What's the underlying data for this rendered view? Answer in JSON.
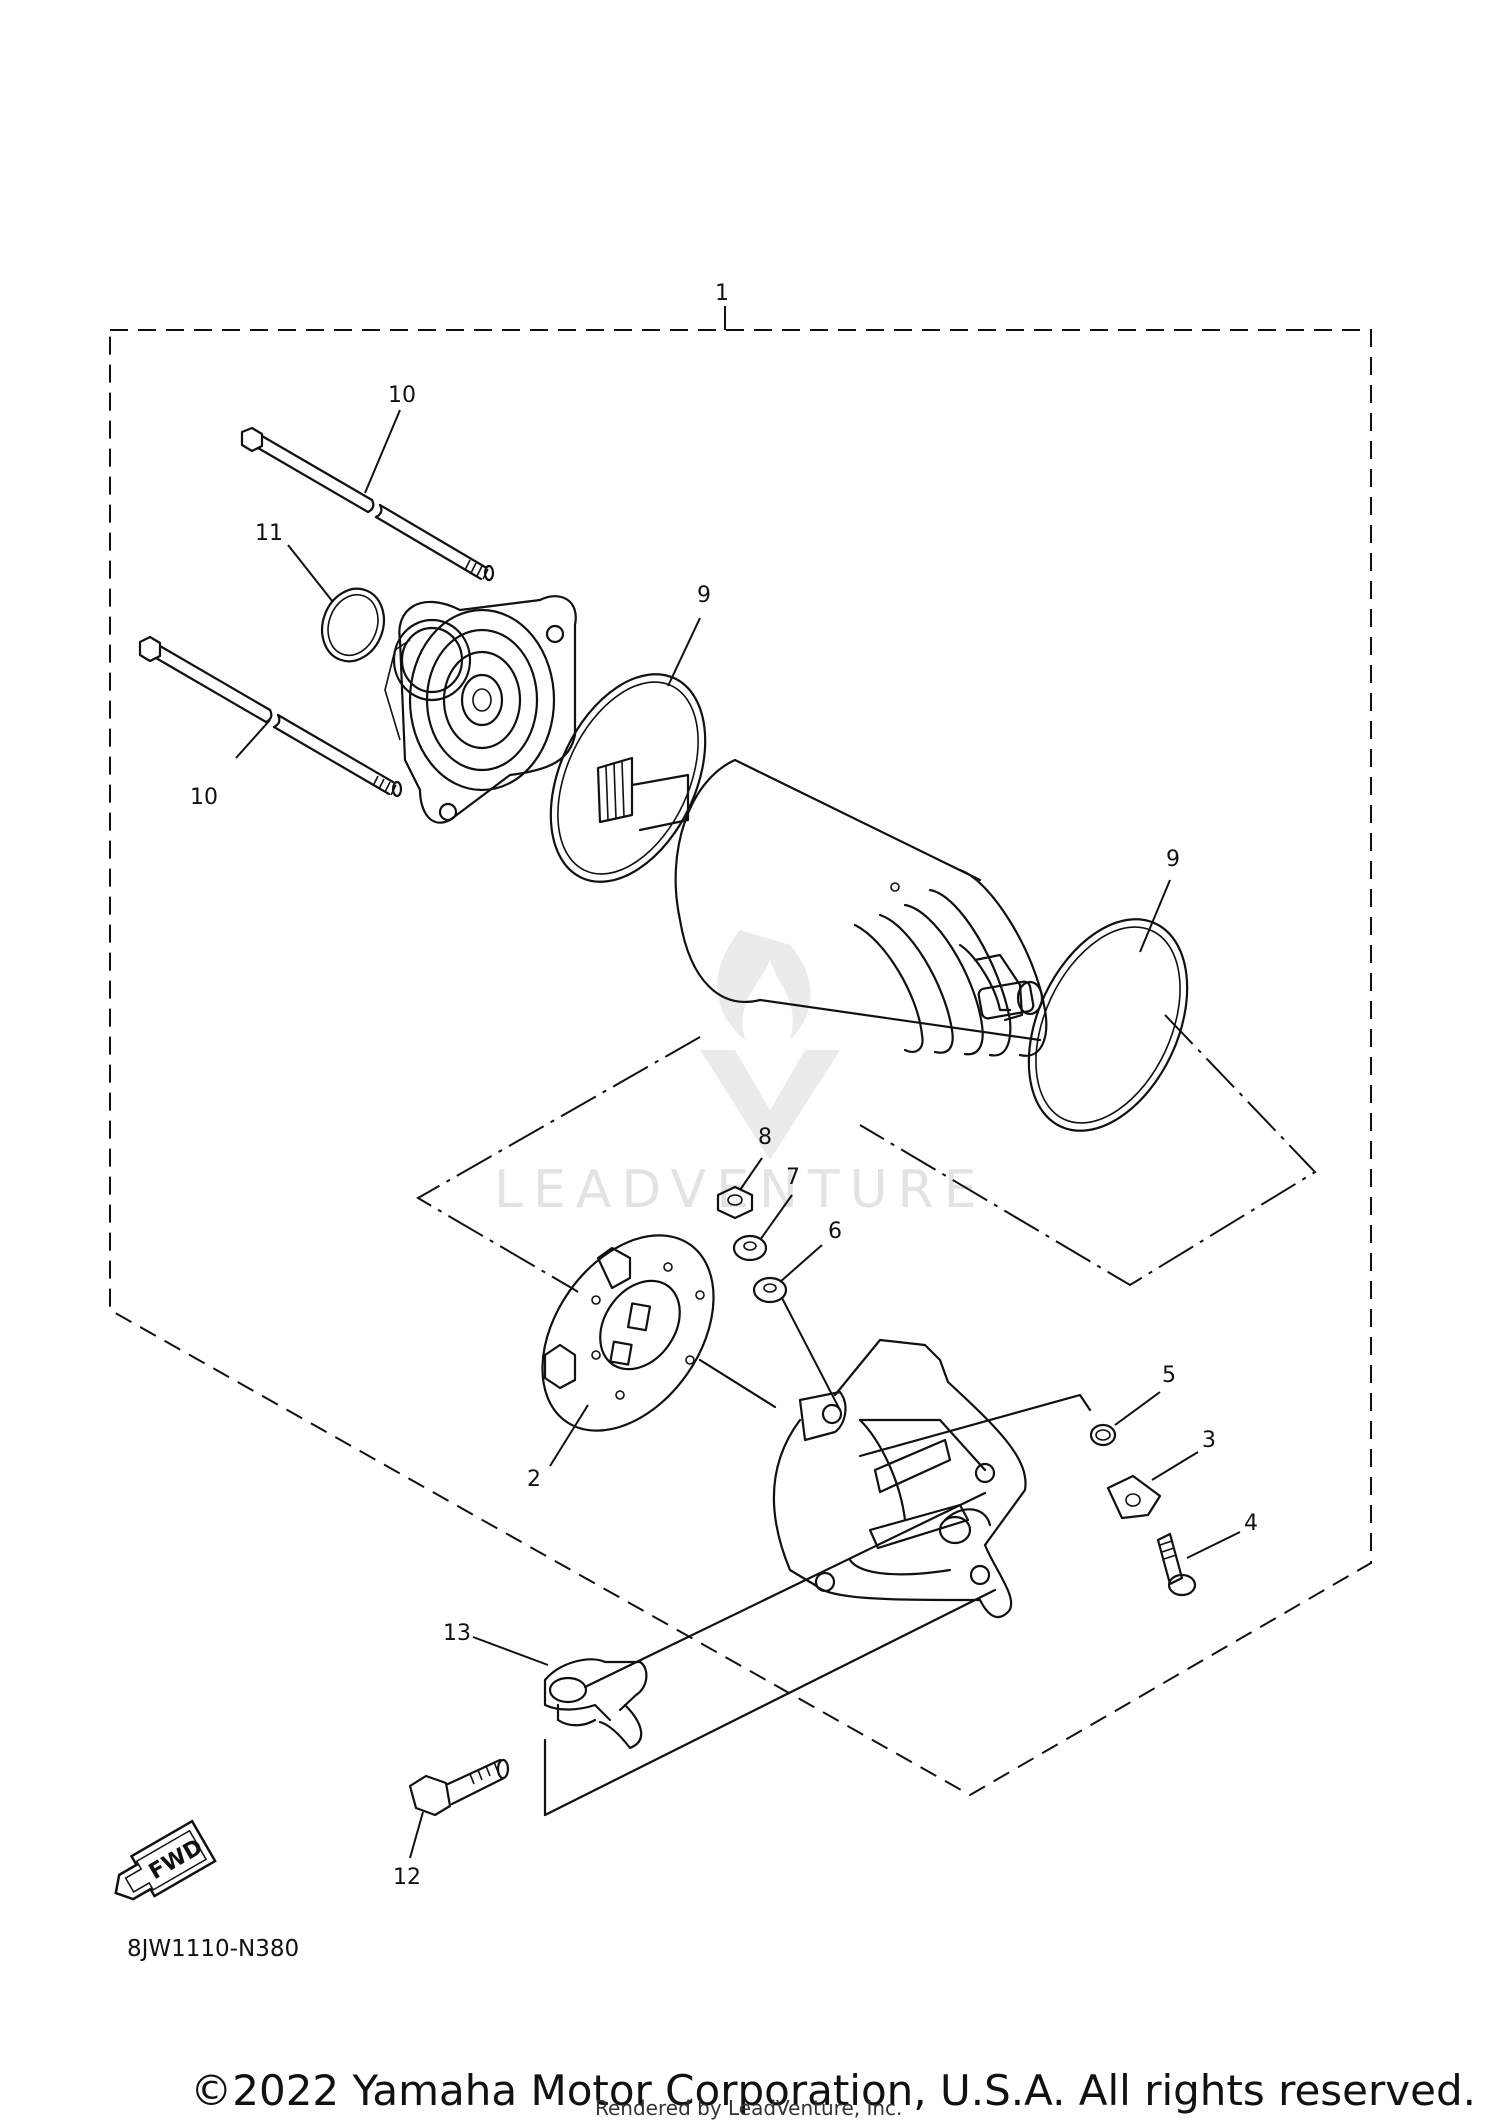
{
  "callouts": {
    "c1": "1",
    "c2": "2",
    "c3": "3",
    "c4": "4",
    "c5": "5",
    "c6": "6",
    "c7": "7",
    "c8": "8",
    "c9a": "9",
    "c9b": "9",
    "c10a": "10",
    "c10b": "10",
    "c11": "11",
    "c12": "12",
    "c13": "13"
  },
  "fwd_label": "FWD",
  "diagram_code": "8JW1110-N380",
  "watermark": "LEADVENTURE",
  "copyright": "©2022 Yamaha Motor Corporation, U.S.A. All rights reserved.",
  "rendered_by": "Rendered by LeadVenture, Inc."
}
